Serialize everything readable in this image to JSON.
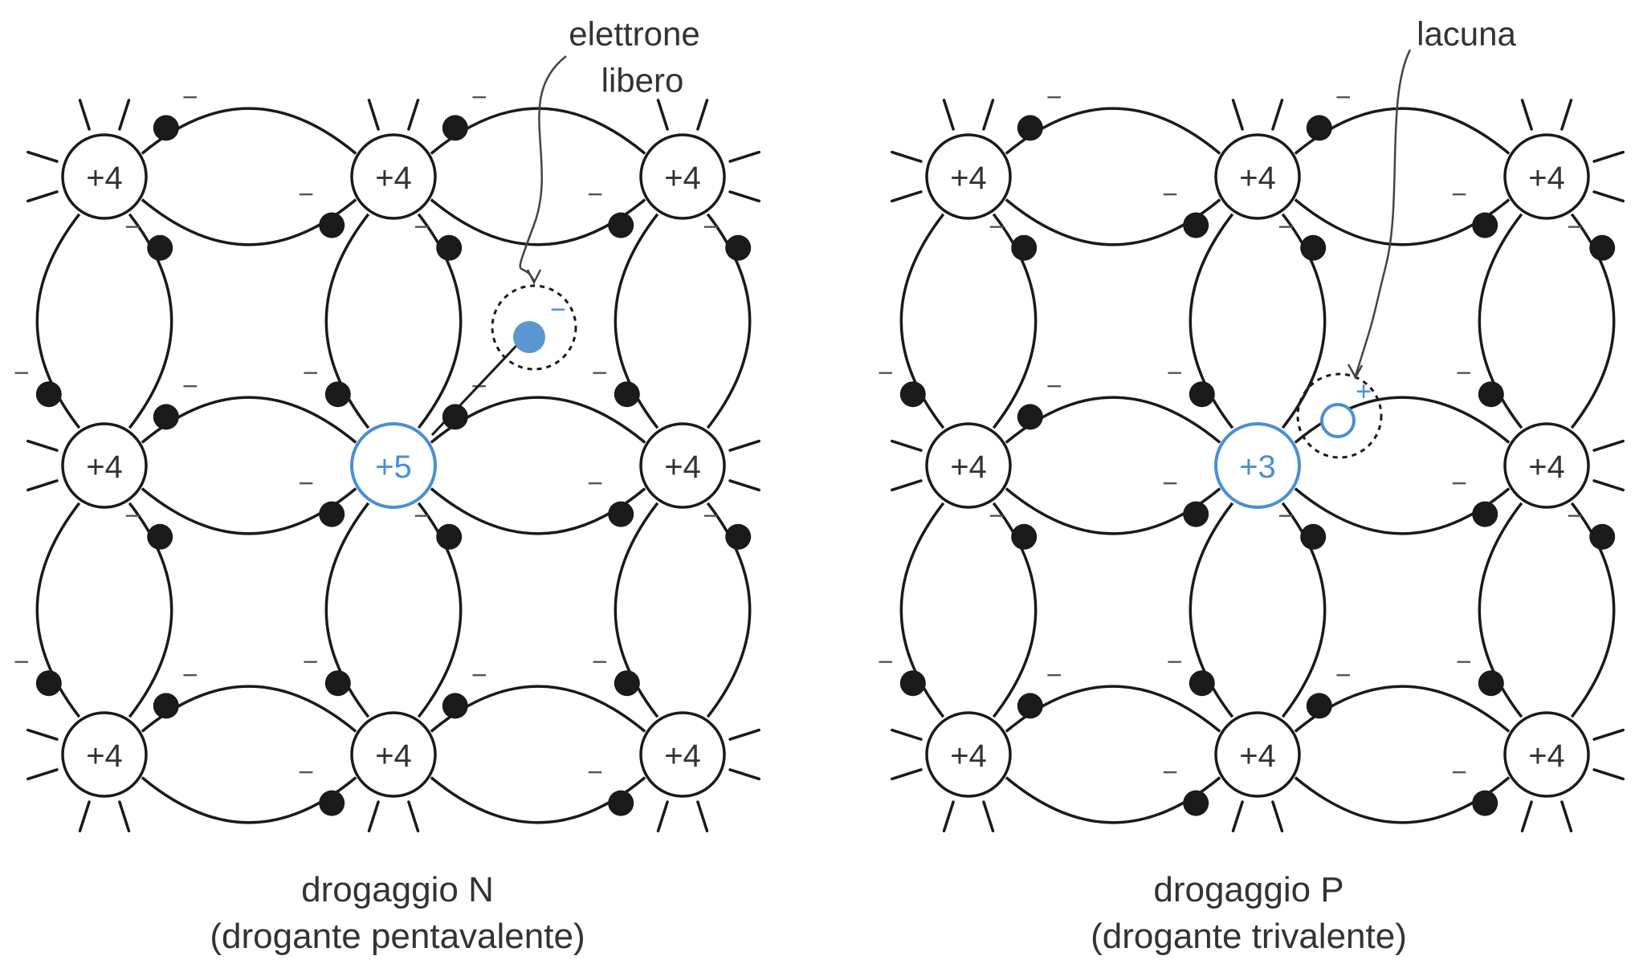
{
  "colors": {
    "ink": "#1a1a1a",
    "dopant_blue": "#4a8fd4",
    "free_electron_fill": "#5b97d1",
    "text": "#333333",
    "background": "#ffffff"
  },
  "panels": [
    {
      "id": "n",
      "caption_line1": "drogaggio N",
      "caption_line2": "(drogante pentavalente)",
      "atom_labels": [
        [
          "+4",
          "+4",
          "+4"
        ],
        [
          "+4",
          "+5",
          "+4"
        ],
        [
          "+4",
          "+4",
          "+4"
        ]
      ],
      "dopant_label": "+5",
      "annotation_line1": "elettrone",
      "annotation_line2": "libero",
      "carrier_sign": "−"
    },
    {
      "id": "p",
      "caption_line1": "drogaggio P",
      "caption_line2": "(drogante trivalente)",
      "atom_labels": [
        [
          "+4",
          "+4",
          "+4"
        ],
        [
          "+4",
          "+3",
          "+4"
        ],
        [
          "+4",
          "+4",
          "+4"
        ]
      ],
      "dopant_label": "+3",
      "annotation_line1": "lacuna",
      "annotation_line2": "",
      "carrier_sign": "+"
    }
  ],
  "electron_sign": "−"
}
